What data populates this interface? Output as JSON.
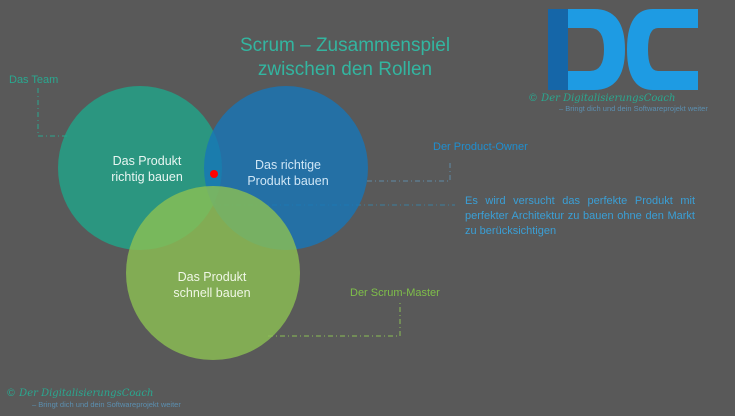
{
  "title": {
    "line1": "Scrum – Zusammenspiel",
    "line2": "zwischen den Rollen"
  },
  "roles": {
    "team": "Das Team",
    "product_owner": "Der Product-Owner",
    "scrum_master": "Der Scrum-Master"
  },
  "circles": {
    "team": {
      "line1": "Das Produkt",
      "line2": "richtig bauen"
    },
    "product_owner": {
      "line1": "Das richtige",
      "line2": "Produkt bauen"
    },
    "scrum_master": {
      "line1": "Das Produkt",
      "line2": "schnell bauen"
    }
  },
  "note": "Es wird versucht das perfekte Produkt mit perfekter Architektur zu bauen ohne den Markt zu berücksichtigen",
  "brand": {
    "logo_letters": "DC",
    "name": "© Der DigitalisierungsCoach",
    "tagline": "– Bringt dich und dein Softwareprojekt weiter"
  },
  "colors": {
    "background": "#595959",
    "team": "#1fa58a",
    "product_owner": "#1775b8",
    "scrum_master": "#8cc152",
    "marker": "#ff0000",
    "logo": "#1e9be3"
  }
}
